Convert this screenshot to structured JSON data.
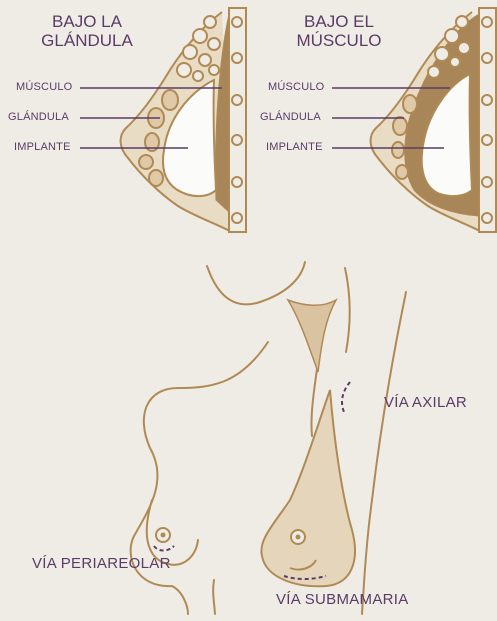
{
  "panels": [
    {
      "title_line1": "BAJO LA",
      "title_line2": "GLÁNDULA",
      "labels": {
        "muscle": "MÚSCULO",
        "gland": "GLÁNDULA",
        "implant": "IMPLANTE"
      }
    },
    {
      "title_line1": "BAJO EL",
      "title_line2": "MÚSCULO",
      "labels": {
        "muscle": "MÚSCULO",
        "gland": "GLÁNDULA",
        "implant": "IMPLANTE"
      }
    }
  ],
  "approaches": {
    "axillary": "VÍA AXILAR",
    "periareolar": "VÍA PERIAREOLAR",
    "submammary": "VÍA SUBMAMARIA"
  },
  "colors": {
    "background": "#efece6",
    "outline": "#b08a55",
    "muscle": "#a88658",
    "tissue": "#e5d6bb",
    "implant": "#fbfbf9",
    "label_text": "#5b3b67"
  }
}
